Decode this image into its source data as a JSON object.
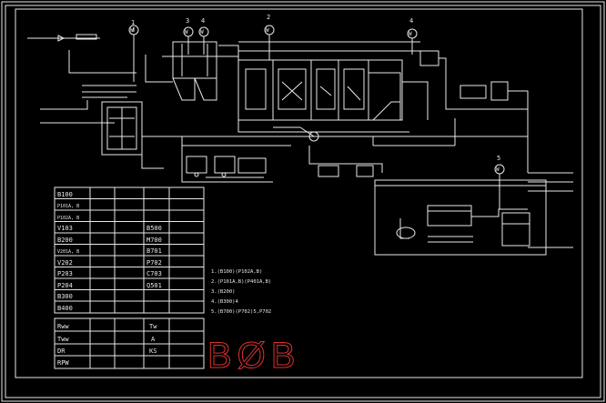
{
  "instruments": [
    "1",
    "3",
    "4",
    "2",
    "4",
    "5"
  ],
  "instrument_symbol": "W",
  "equipment_legend": [
    [
      "B100",
      "",
      "",
      "",
      ""
    ],
    [
      "P101A, B",
      "",
      "",
      "",
      ""
    ],
    [
      "P102A, B",
      "",
      "",
      "",
      ""
    ],
    [
      "V103",
      "",
      "B500",
      "",
      ""
    ],
    [
      "B200",
      "",
      "M700",
      "",
      ""
    ],
    [
      "V201A, B",
      "",
      "B701",
      "",
      ""
    ],
    [
      "V202",
      "",
      "P702",
      "",
      ""
    ],
    [
      "P203",
      "",
      "C703",
      "",
      ""
    ],
    [
      "P204",
      "",
      "Q501",
      "",
      ""
    ],
    [
      "B300",
      "",
      "",
      "",
      ""
    ],
    [
      "B400",
      "",
      "",
      "",
      ""
    ]
  ],
  "line_legend": [
    [
      "Rww",
      "",
      "Tw",
      ""
    ],
    [
      "Tww",
      "",
      "A",
      ""
    ],
    [
      "DR",
      "",
      "KS",
      ""
    ],
    [
      "RPW",
      "",
      "",
      ""
    ]
  ],
  "notes_title": "",
  "notes": [
    "1.(B100)(P102A,B)",
    "2.(P101A,B)(P401A,B)",
    "3.(B200)",
    "4.(B300)4",
    "5.(B700)(P702)5,P702"
  ],
  "watermark": "BØB",
  "colors": {
    "line": "#e8e8e8",
    "background": "#000000",
    "watermark": "#e03030"
  }
}
